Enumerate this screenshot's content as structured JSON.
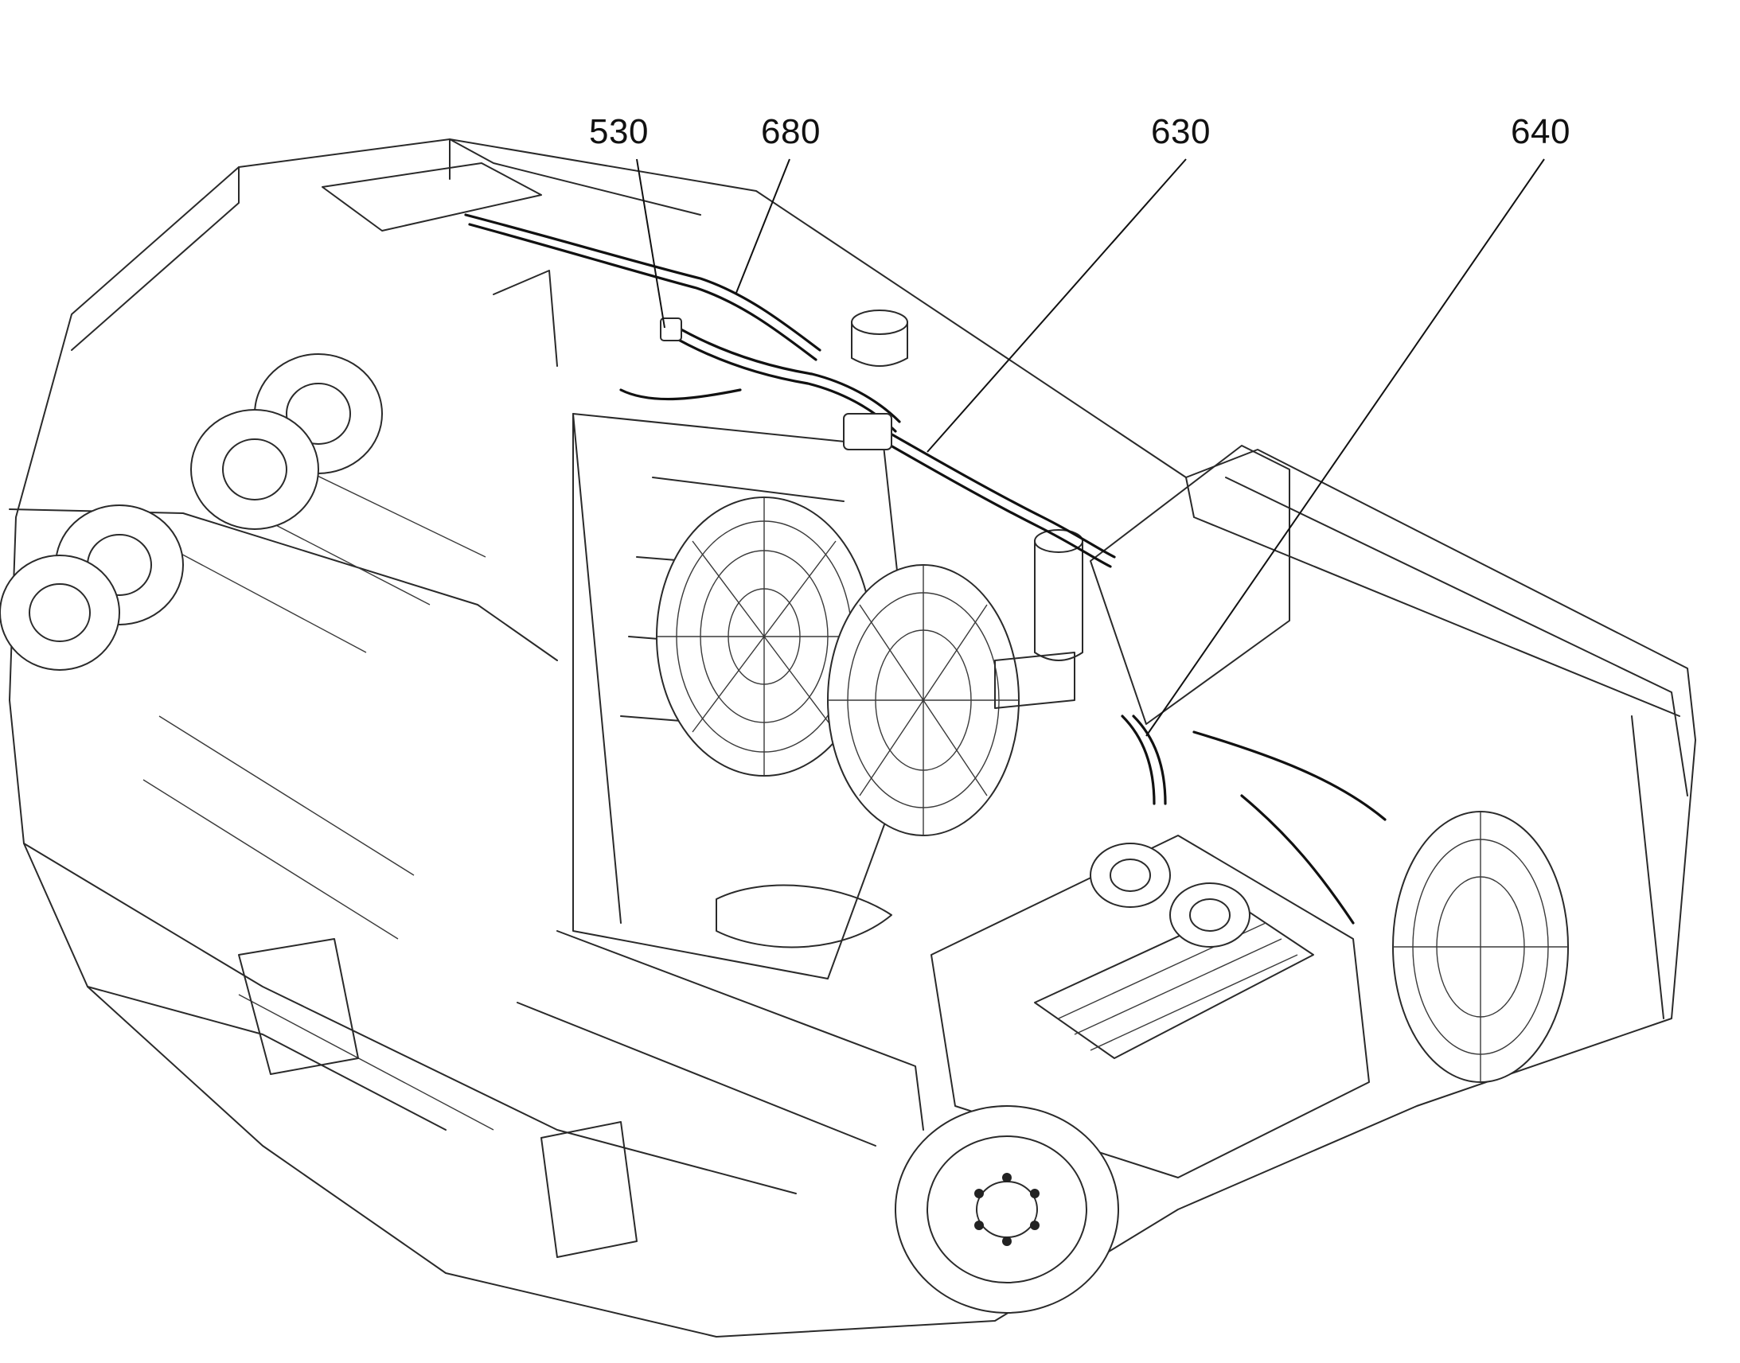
{
  "callouts": [
    {
      "id": "c530",
      "label": "530",
      "target": "hose-fitting-left"
    },
    {
      "id": "c680",
      "label": "680",
      "target": "hose-upper"
    },
    {
      "id": "c630",
      "label": "630",
      "target": "hose-main-right"
    },
    {
      "id": "c640",
      "label": "640",
      "target": "hose-engine-bay"
    }
  ],
  "colors": {
    "line": "#2a2a2a",
    "background": "#ffffff",
    "text": "#111111"
  }
}
